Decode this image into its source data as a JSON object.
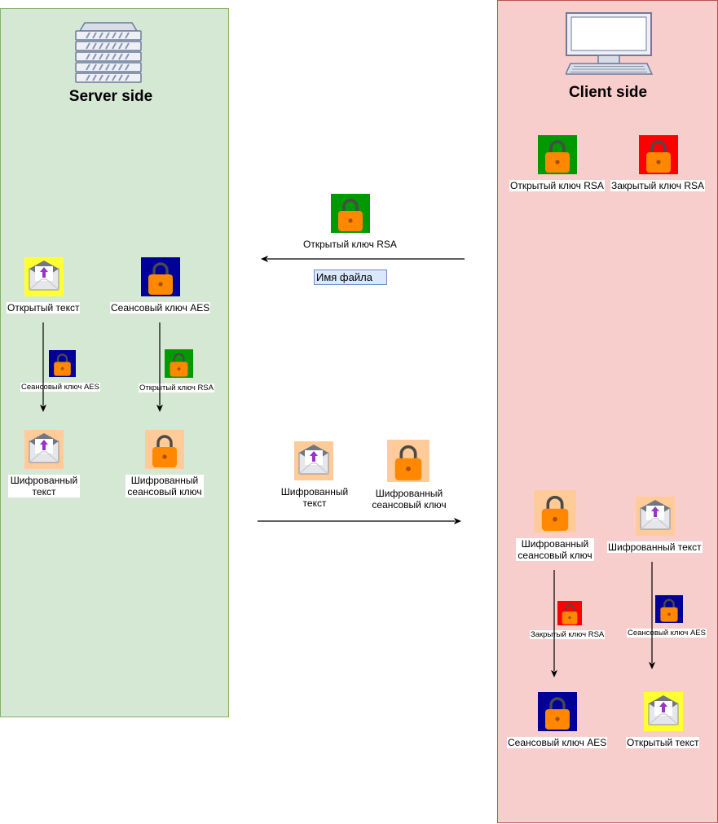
{
  "server": {
    "title": "Server side"
  },
  "client": {
    "title": "Client side"
  },
  "labels": {
    "client_rsa_public": "Открытый ключ RSA",
    "client_rsa_private": "Закрытый ключ RSA",
    "transfer_rsa_public": "Открытый ключ RSA",
    "filename": "Имя файла",
    "server_plaintext": "Открытый текст",
    "server_session_key": "Сеансовый ключ AES",
    "server_arrow_key_aes": "Сеансовый ключ AES",
    "server_arrow_key_rsa": "Открытый ключ RSA",
    "server_cipher_text": "Шифрованный текст",
    "server_cipher_key": "Шифрованный сеансовый ключ",
    "transfer_cipher_text": "Шифрованный текст",
    "transfer_cipher_key": "Шифрованный сеансовый ключ",
    "client_cipher_key": "Шифрованный сеансовый ключ",
    "client_cipher_text": "Шифрованный текст",
    "client_arrow_key_rsa_private": "Закрытый ключ RSA",
    "client_arrow_key_aes": "Сеансовый ключ AES",
    "client_session_key": "Сеансовый ключ AES",
    "client_plaintext": "Открытый текст"
  },
  "colors": {
    "server_panel": "#d5e8d4",
    "client_panel": "#f8cecc",
    "rsa_public": "#009900",
    "rsa_private": "#ff0000",
    "aes_key": "#000099",
    "plaintext": "#ffff33",
    "encrypted": "#ffcc99",
    "lock": "#ff8800",
    "envelope_arrow": "#9933cc"
  },
  "icons": {
    "server": "server-rack-icon",
    "client": "desktop-monitor-icon",
    "lock": "padlock-icon",
    "envelope": "envelope-upload-icon"
  }
}
